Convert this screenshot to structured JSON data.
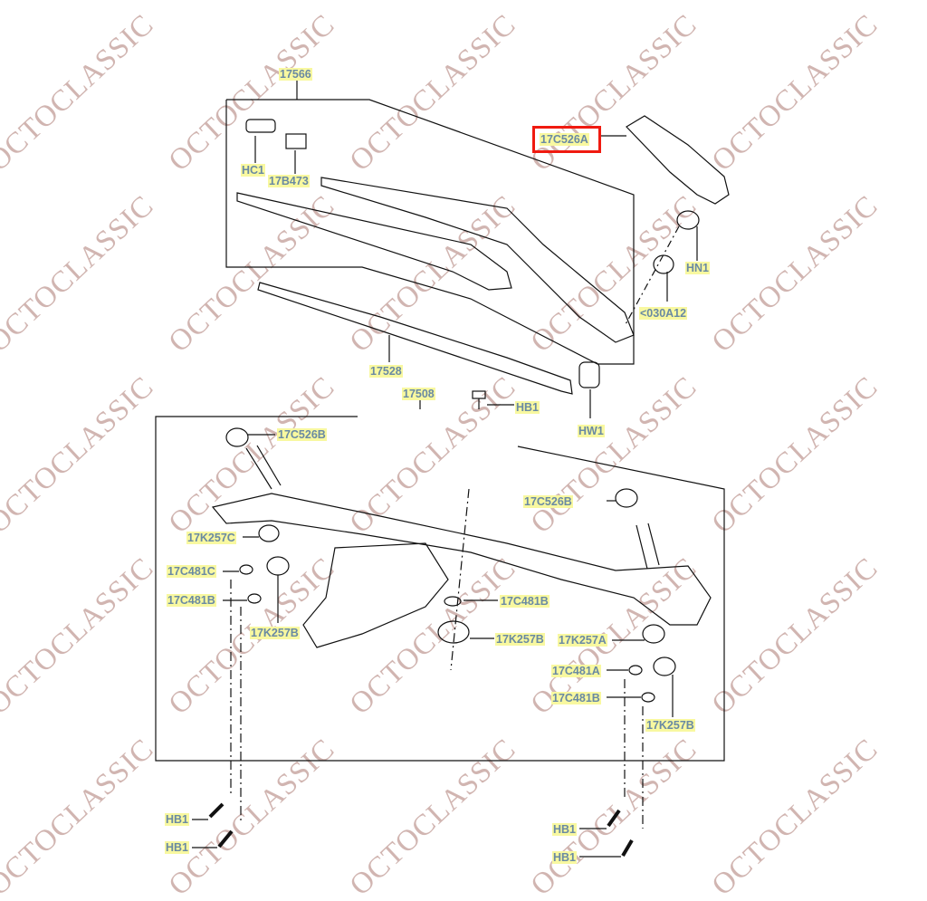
{
  "watermark": "OCTOCLASSIC",
  "highlight_color": "#f01a10",
  "labels": [
    {
      "id": "17566",
      "text": "17566"
    },
    {
      "id": "17C526A",
      "text": "17C526A",
      "highlighted": true
    },
    {
      "id": "HC1",
      "text": "HC1"
    },
    {
      "id": "17B473",
      "text": "17B473"
    },
    {
      "id": "HN1",
      "text": "HN1"
    },
    {
      "id": "030A12",
      "text": "<030A12"
    },
    {
      "id": "17528",
      "text": "17528"
    },
    {
      "id": "17508",
      "text": "17508"
    },
    {
      "id": "HB1-top",
      "text": "HB1"
    },
    {
      "id": "HW1",
      "text": "HW1"
    },
    {
      "id": "17C526B-left",
      "text": "17C526B"
    },
    {
      "id": "17C526B-right",
      "text": "17C526B"
    },
    {
      "id": "17K257C",
      "text": "17K257C"
    },
    {
      "id": "17C481C",
      "text": "17C481C"
    },
    {
      "id": "17C481B-left",
      "text": "17C481B"
    },
    {
      "id": "17C481B-center",
      "text": "17C481B"
    },
    {
      "id": "17K257B-left",
      "text": "17K257B"
    },
    {
      "id": "17K257B-center",
      "text": "17K257B"
    },
    {
      "id": "17K257A",
      "text": "17K257A"
    },
    {
      "id": "17C481A",
      "text": "17C481A"
    },
    {
      "id": "17C481B-right",
      "text": "17C481B"
    },
    {
      "id": "17K257B-right",
      "text": "17K257B"
    },
    {
      "id": "HB1-bl1",
      "text": "HB1"
    },
    {
      "id": "HB1-bl2",
      "text": "HB1"
    },
    {
      "id": "HB1-br1",
      "text": "HB1"
    },
    {
      "id": "HB1-br2",
      "text": "HB1"
    }
  ]
}
